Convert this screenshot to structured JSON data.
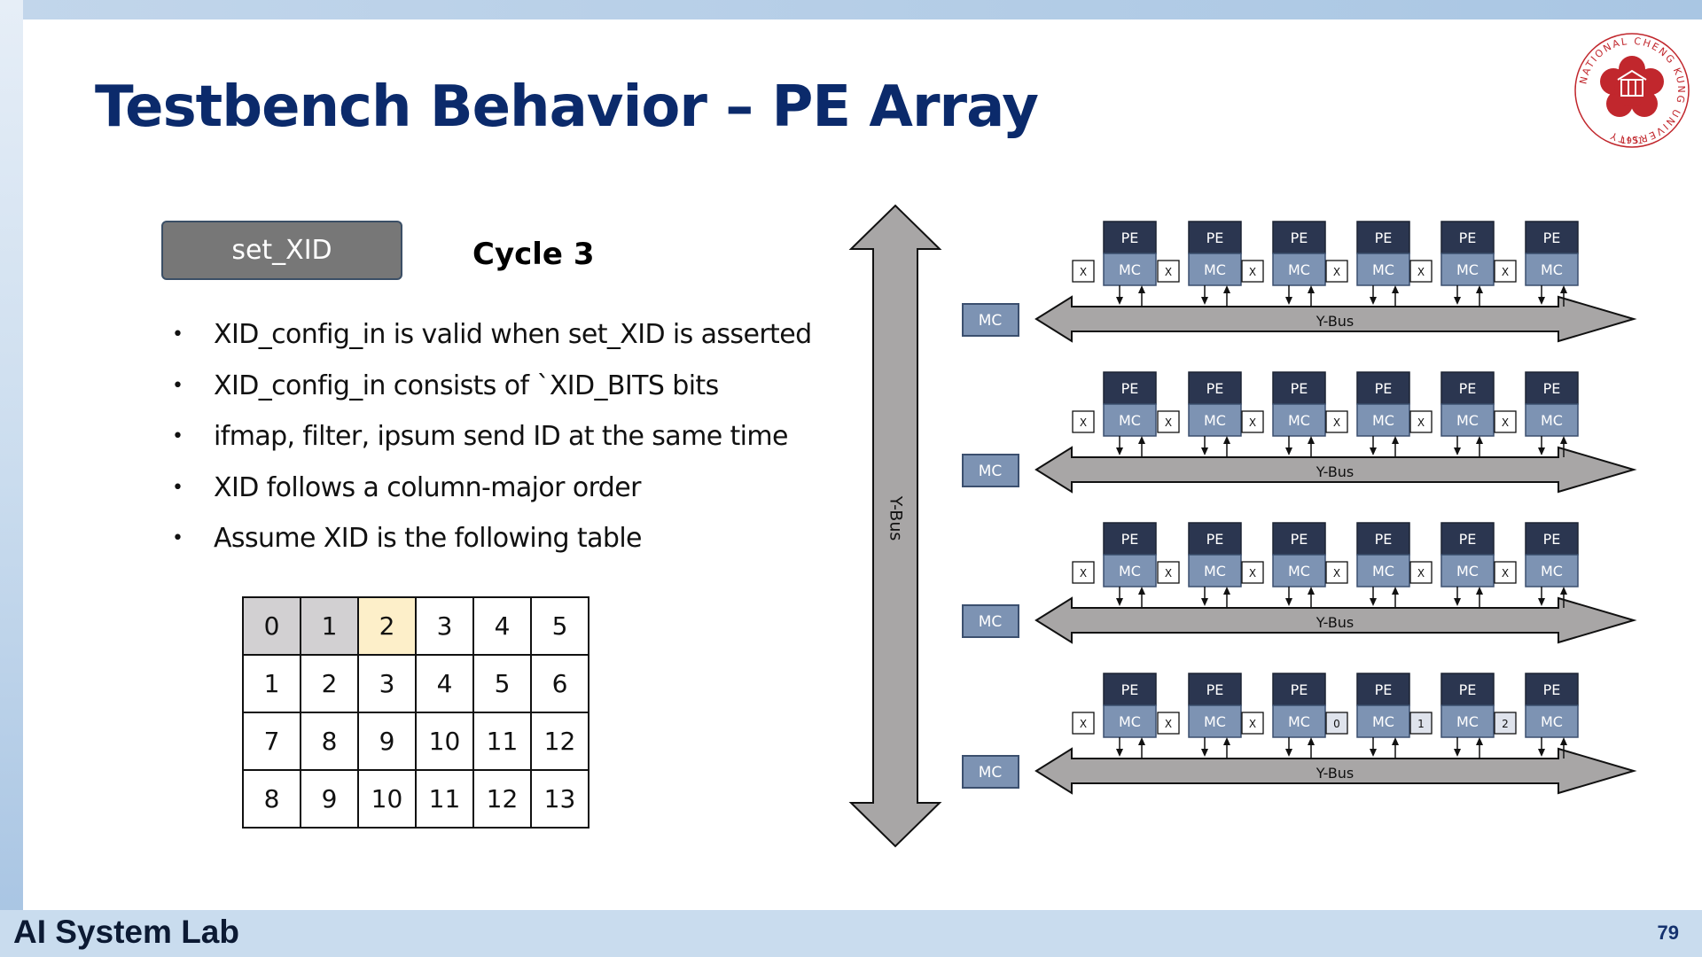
{
  "slide": {
    "title": "Testbench Behavior – PE Array",
    "footer_lab": "AI System Lab",
    "page_number": "79",
    "logo": {
      "ring_text": "NATIONAL CHENG KUNG UNIVERSITY",
      "year": "1931",
      "color": "#c1272d"
    }
  },
  "control": {
    "signal_button": "set_XID",
    "cycle_label": "Cycle 3"
  },
  "bullets": [
    "XID_config_in is valid when set_XID is asserted",
    "XID_config_in consists of `XID_BITS bits",
    "ifmap, filter, ipsum send ID at the same time",
    "XID follows a column-major order",
    "Assume XID is the following table"
  ],
  "xid_table": {
    "rows": [
      [
        "0",
        "1",
        "2",
        "3",
        "4",
        "5"
      ],
      [
        "1",
        "2",
        "3",
        "4",
        "5",
        "6"
      ],
      [
        "7",
        "8",
        "9",
        "10",
        "11",
        "12"
      ],
      [
        "8",
        "9",
        "10",
        "11",
        "12",
        "13"
      ]
    ],
    "highlight": [
      {
        "row": 0,
        "col": 0,
        "style": "gray"
      },
      {
        "row": 0,
        "col": 1,
        "style": "gray"
      },
      {
        "row": 0,
        "col": 2,
        "style": "yellow"
      }
    ],
    "colors": {
      "gray": "#d2d0d2",
      "yellow": "#fdefc9"
    }
  },
  "diagram": {
    "vertical_bus_label": "Y-Bus",
    "row_bus_label": "Y-Bus",
    "side_mc_label": "MC",
    "pe_label": "PE",
    "mc_label": "MC",
    "rows": [
      {
        "tags": [
          "X",
          "X",
          "X",
          "X",
          "X",
          "X"
        ]
      },
      {
        "tags": [
          "X",
          "X",
          "X",
          "X",
          "X",
          "X"
        ]
      },
      {
        "tags": [
          "X",
          "X",
          "X",
          "X",
          "X",
          "X"
        ]
      },
      {
        "tags": [
          "X",
          "X",
          "X",
          "0",
          "1",
          "2"
        ]
      }
    ],
    "colors": {
      "pe": "#2b3650",
      "mc": "#7d93b3",
      "mc_border": "#3b4f6e",
      "bus": "#a8a6a6",
      "tag_highlight": "#dfe3ec"
    }
  }
}
